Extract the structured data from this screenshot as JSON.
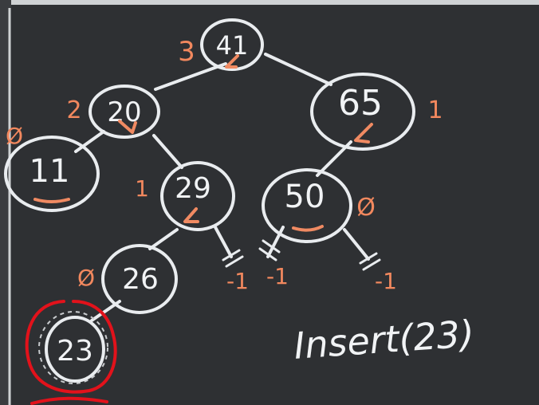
{
  "tree": {
    "nodes": [
      {
        "id": "41",
        "value": "41",
        "height": "3"
      },
      {
        "id": "20",
        "value": "20",
        "height": "2"
      },
      {
        "id": "65",
        "value": "65",
        "height": "1"
      },
      {
        "id": "11",
        "value": "11",
        "height": "Ø"
      },
      {
        "id": "29",
        "value": "29",
        "height": "1"
      },
      {
        "id": "50",
        "value": "50",
        "height": "Ø"
      },
      {
        "id": "26",
        "value": "26",
        "height": "Ø"
      },
      {
        "id": "23",
        "value": "23"
      }
    ],
    "null_heights": [
      "-1",
      "-1",
      "-1"
    ]
  },
  "caption": "Insert(23)",
  "colors": {
    "board": "#2e3033",
    "chalk": "#e9ecef",
    "height_marks": "#f08a62",
    "highlight": "#e2121b"
  }
}
